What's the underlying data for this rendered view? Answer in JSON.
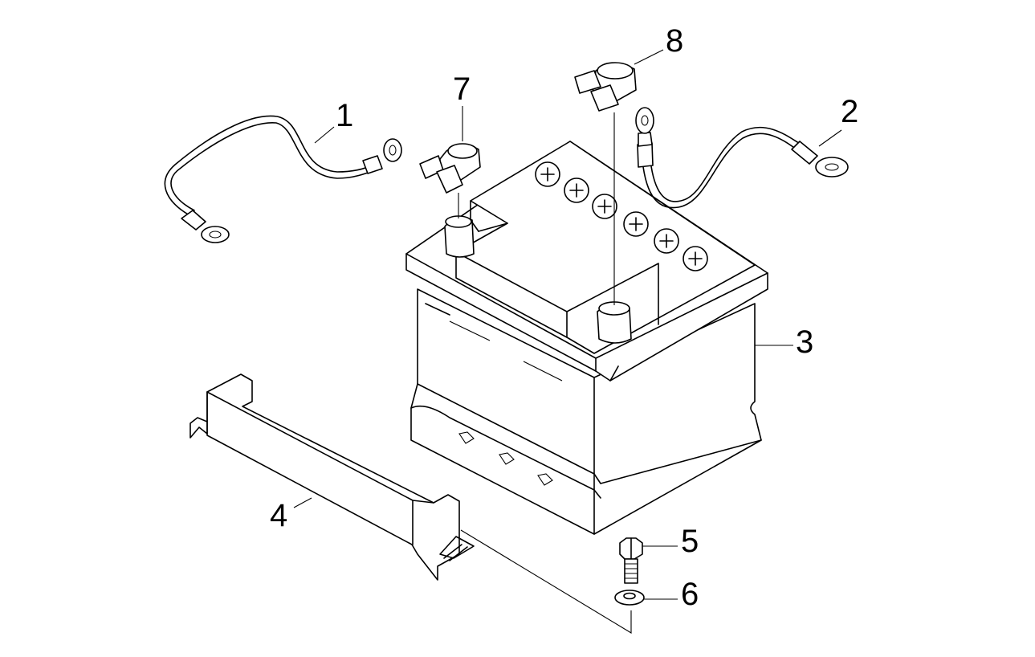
{
  "callouts": [
    {
      "id": "1",
      "label": "1"
    },
    {
      "id": "2",
      "label": "2"
    },
    {
      "id": "3",
      "label": "3"
    },
    {
      "id": "4",
      "label": "4"
    },
    {
      "id": "5",
      "label": "5"
    },
    {
      "id": "6",
      "label": "6"
    },
    {
      "id": "7",
      "label": "7"
    },
    {
      "id": "8",
      "label": "8"
    }
  ],
  "battery_vent_symbol": "+"
}
